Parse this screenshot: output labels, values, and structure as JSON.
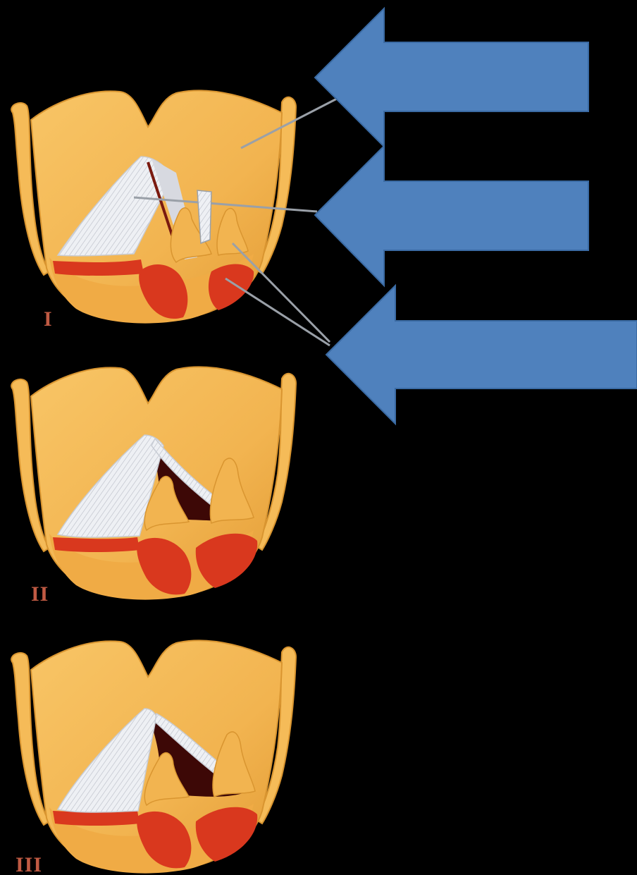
{
  "colors": {
    "background": "#000000",
    "arrow": "#4f81bd",
    "cartilage": "#f2b450",
    "cartilage_shade": "#d98e2a",
    "muscle": "#d9381e",
    "ligament": "#e6e6ec",
    "glottis": "#3d0806",
    "label": "#c05a43",
    "pointer": "#9aa0a8"
  },
  "panels": [
    {
      "numeral": "I",
      "state": "closed"
    },
    {
      "numeral": "II",
      "state": "open"
    },
    {
      "numeral": "III",
      "state": "wide-open"
    }
  ],
  "arrows": [
    {
      "direction": "left"
    },
    {
      "direction": "left"
    },
    {
      "direction": "left"
    }
  ]
}
